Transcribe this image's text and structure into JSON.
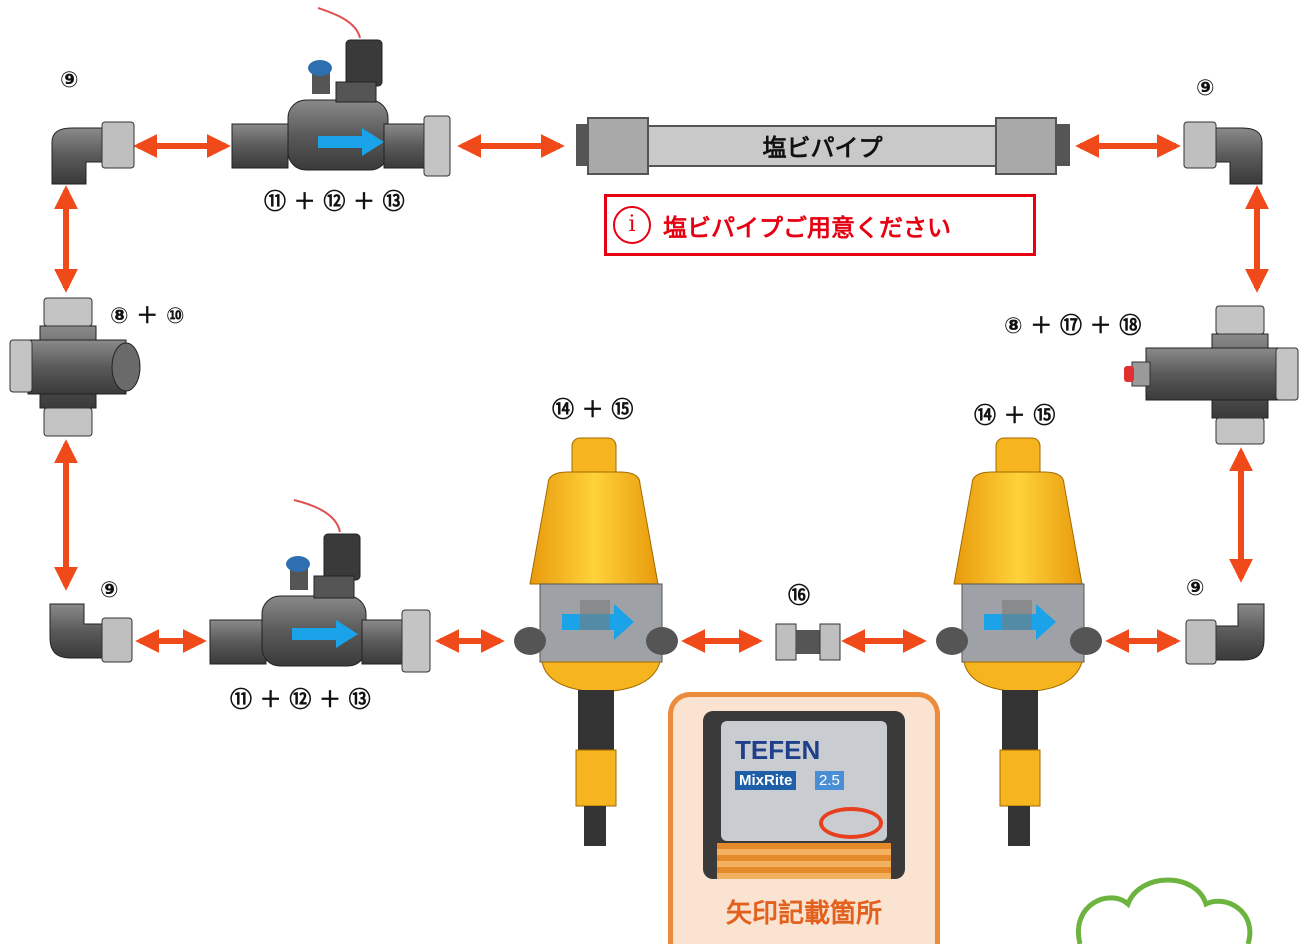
{
  "labels": {
    "tl_elbow": "⑨",
    "tr_elbow": "⑨",
    "bl_elbow": "⑨",
    "br_elbow": "⑨",
    "valve_top": "⑪ ＋ ⑫ ＋ ⑬",
    "valve_bottom": "⑪ ＋ ⑫ ＋ ⑬",
    "tee_left": "⑧ ＋ ⑩",
    "tee_right": "⑧ ＋ ⑰ ＋ ⑱",
    "mixer_1": "⑭ ＋ ⑮",
    "mixer_2": "⑭ ＋ ⑮",
    "nipple": "⑯"
  },
  "pipe": {
    "label": "塩ビパイプ"
  },
  "notice": {
    "icon": "info-circle-icon",
    "text": "塩ビパイプご用意ください"
  },
  "photo": {
    "brand": "TEFEN",
    "model": "MixRite",
    "model_size": "2.5"
  },
  "callout": {
    "caption": "矢印記載箇所"
  },
  "colors": {
    "arrow": "#f04a1a",
    "flow": "#1aa3e8",
    "alert": "#e60012",
    "callout_border": "#ec8b3b",
    "callout_bg": "#fbe3d1",
    "mixer_yellow": "#f6b51e",
    "pvc": "#808080"
  }
}
